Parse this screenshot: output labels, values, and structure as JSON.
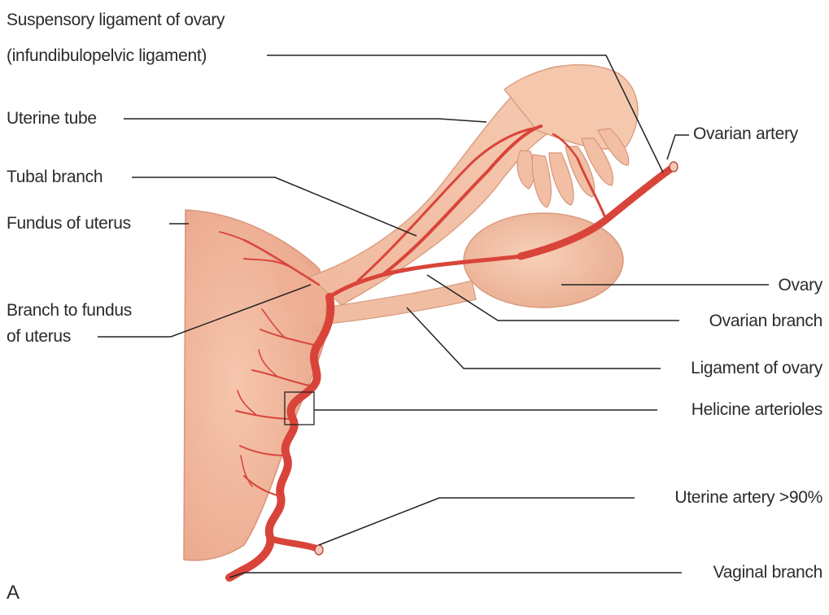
{
  "labels": {
    "suspensory_line1": "Suspensory ligament of ovary",
    "suspensory_line2": "(infundibulopelvic ligament)",
    "uterine_tube": "Uterine tube",
    "tubal_branch": "Tubal branch",
    "fundus_of_uterus": "Fundus of uterus",
    "branch_fundus_line1": "Branch to fundus",
    "branch_fundus_line2": "of uterus",
    "ovarian_artery": "Ovarian artery",
    "ovary": "Ovary",
    "ovarian_branch": "Ovarian branch",
    "ligament_of_ovary": "Ligament of ovary",
    "helicine_arterioles": "Helicine arterioles",
    "uterine_artery": "Uterine artery >90%",
    "vaginal_branch": "Vaginal branch",
    "panel_letter": "A"
  },
  "colors": {
    "uterus": "#f0b49a",
    "tube": "#f3c2a8",
    "ovary": "#f2c0a4",
    "artery": "#d9443a",
    "artery_dark": "#b8322b",
    "leader": "#222222"
  }
}
